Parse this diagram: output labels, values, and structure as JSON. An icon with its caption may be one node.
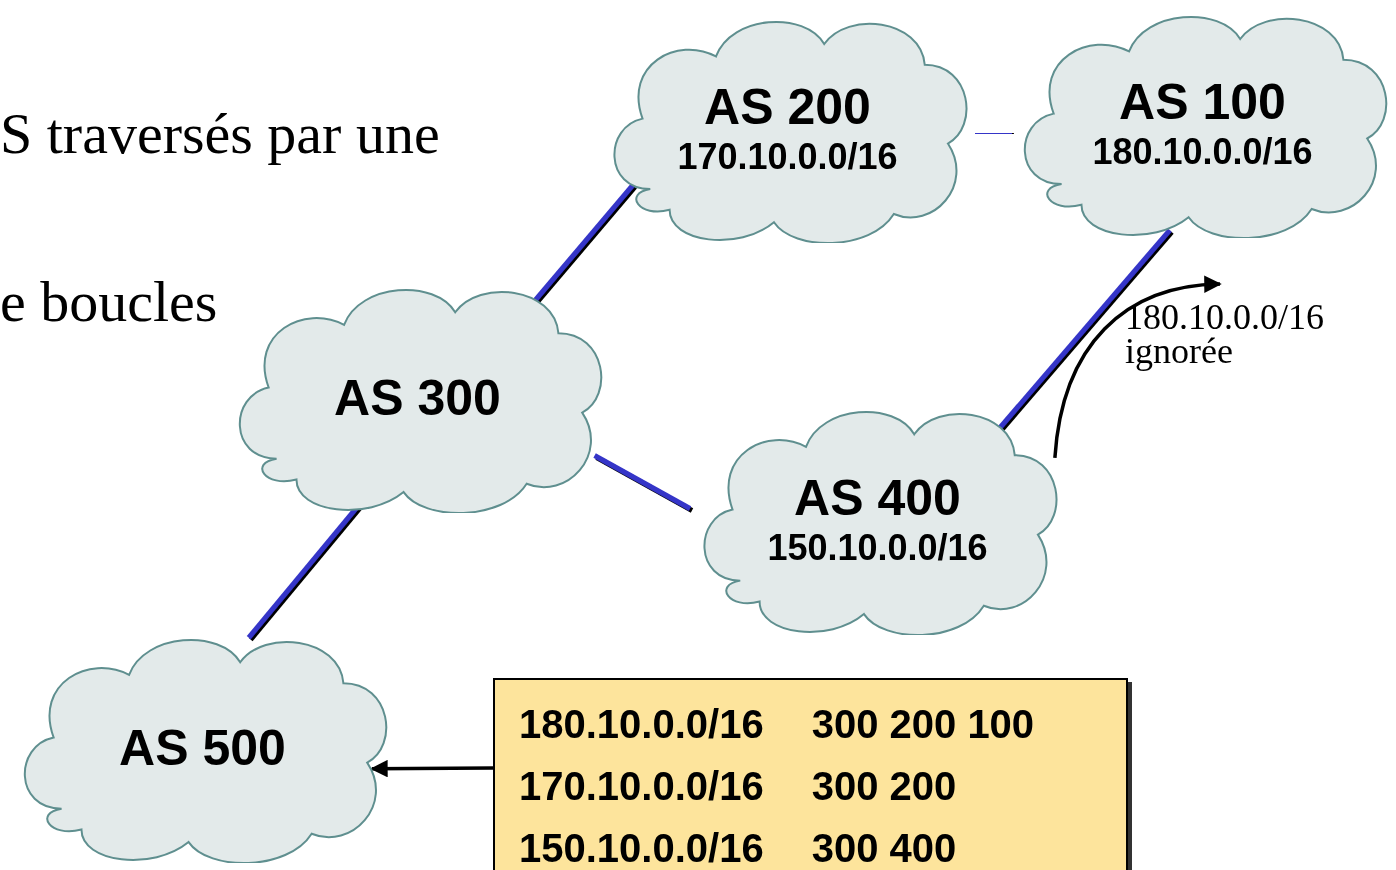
{
  "diagram": {
    "nodes": [
      {
        "text": [
          "AS 200",
          "170.10.0.0/16"
        ]
      },
      {
        "text": [
          "AS 100",
          "180.10.0.0/16"
        ]
      },
      {
        "text": [
          "AS 300"
        ]
      },
      {
        "text": [
          "AS 400",
          "150.10.0.0/16"
        ]
      },
      {
        "text": [
          "AS 500"
        ]
      },
      {
        "text": [
          "180.10.0.0/16",
          "300 200 100",
          "170.10.0.0/16",
          "300 200",
          "150.10.0.0/16",
          "300 400"
        ]
      }
    ],
    "edges": [
      {
        "from": 0,
        "to": 1,
        "arrow": "none"
      },
      {
        "from": 2,
        "to": 0,
        "arrow": "none"
      },
      {
        "from": 2,
        "to": 3,
        "arrow": "none"
      },
      {
        "from": 3,
        "to": 1,
        "arrow": "none"
      },
      {
        "from": 2,
        "to": 4,
        "arrow": "none"
      },
      {
        "from": 5,
        "to": 4,
        "arrow": "to",
        "color": "#000000"
      },
      {
        "from": 3,
        "to": null,
        "arrow": "to",
        "label": "180.10.0.0/16 ignorée",
        "color": "#000000"
      }
    ],
    "labels": [
      "S traversés par une",
      "e boucles"
    ]
  }
}
